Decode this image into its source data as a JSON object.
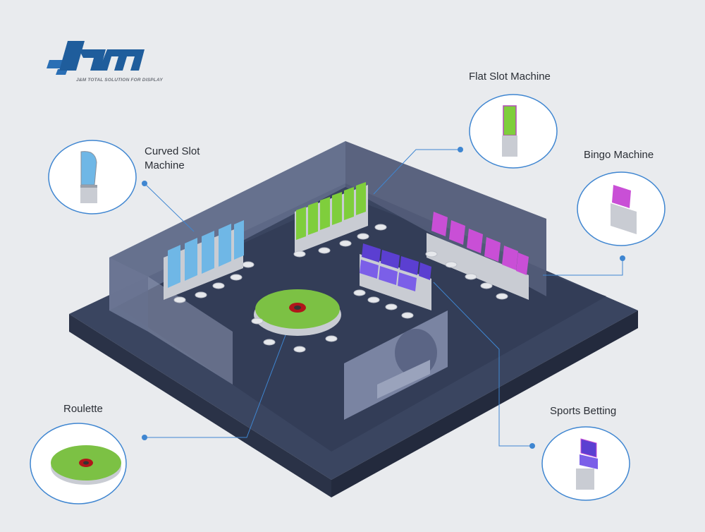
{
  "logo": {
    "mark": "JnM",
    "tagline": "J&M TOTAL SOLUTION FOR DISPLAY"
  },
  "callouts": [
    {
      "id": "curved-slot",
      "name_line1": "Curved Slot",
      "name_line2": "Machine"
    },
    {
      "id": "flat-slot",
      "name_line1": "Flat Slot Machine",
      "name_line2": ""
    },
    {
      "id": "bingo",
      "name_line1": "Bingo Machine",
      "name_line2": ""
    },
    {
      "id": "roulette",
      "name_line1": "Roulette",
      "name_line2": ""
    },
    {
      "id": "sports-betting",
      "name_line1": "Sports Betting",
      "name_line2": ""
    }
  ],
  "colors": {
    "background": "#e9ebee",
    "floor": "#3a4560",
    "floor_side": "#2a3247",
    "wall": "#5f6a88",
    "accent_blue": "#3f86d1",
    "logo_blue": "#2a6fb5",
    "slot_screen": "#6fb7e6",
    "flat_screen": "#7fce3c",
    "bingo_screen": "#c94fd6",
    "sports_screen": "#5b3fd1",
    "roulette_table": "#7cc144"
  }
}
